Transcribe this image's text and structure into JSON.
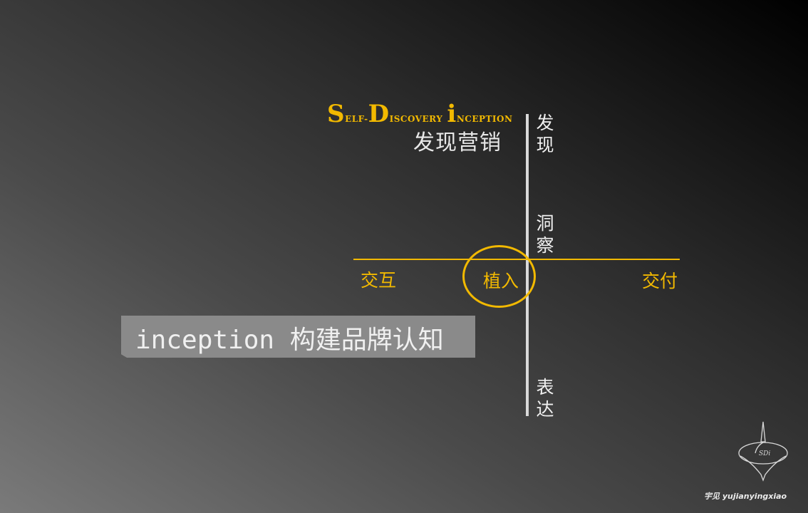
{
  "brand": {
    "letter_s": "S",
    "part_elf": "ELF",
    "dash": "-",
    "letter_d": "D",
    "part_iscovery": "ISCOVERY",
    "letter_i": "i",
    "part_nception": "NCEPTION",
    "subtitle": "发现营销"
  },
  "axis_vertical": {
    "top": "发现",
    "middle": "洞察",
    "bottom": "表达"
  },
  "axis_horizontal": {
    "left": "交互",
    "center": "植入",
    "right": "交付"
  },
  "banner": {
    "text": "inception 构建品牌认知"
  },
  "logo": {
    "icon": "spinning-top-icon",
    "text": "SDi"
  },
  "footer": {
    "text": "宇见 yujianyingxiao"
  },
  "colors": {
    "accent": "#f2b900",
    "axis": "#d9d9d9",
    "banner": "#8a8a8a"
  }
}
